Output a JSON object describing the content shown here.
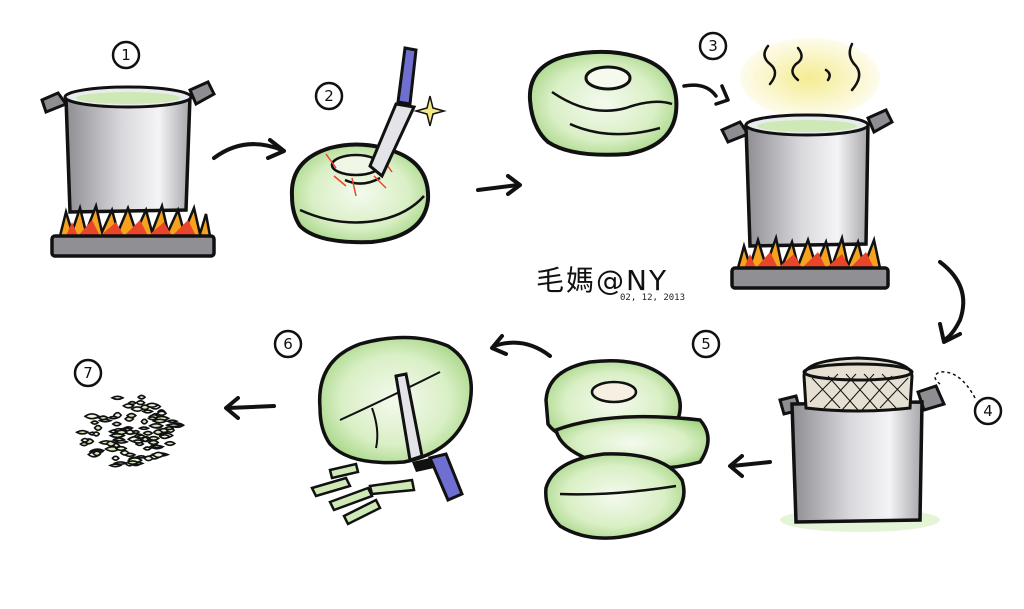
{
  "steps": [
    {
      "number": "1"
    },
    {
      "number": "2"
    },
    {
      "number": "3"
    },
    {
      "number": "4"
    },
    {
      "number": "5"
    },
    {
      "number": "6"
    },
    {
      "number": "7"
    }
  ],
  "signature": {
    "name": "毛媽@NY",
    "date": "02, 12, 2013"
  },
  "colors": {
    "ink": "#111111",
    "pot_gray": "#b4b4b8",
    "cabbage_green": "#b8dc9a",
    "flame_red": "#e8452a",
    "flame_orange": "#f6a21e",
    "steam_yellow": "#f3ea86",
    "knife_blue": "#6f6ed1"
  }
}
